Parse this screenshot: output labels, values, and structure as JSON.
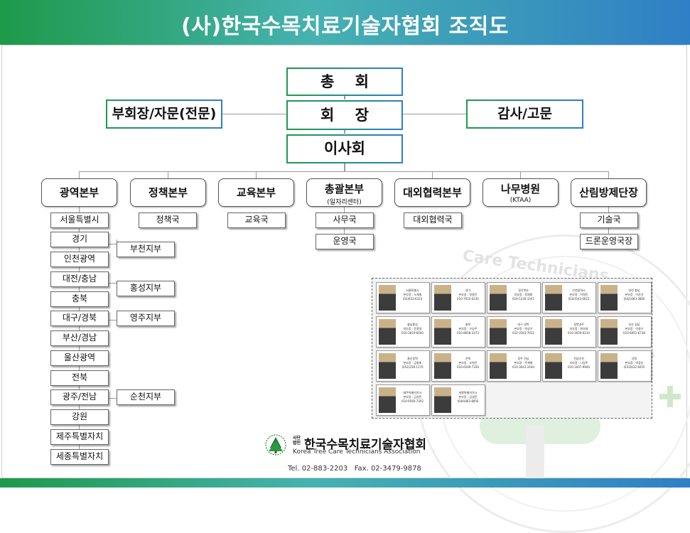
{
  "title": "(사)한국수목치료기술자협회 조직도",
  "top": {
    "general_assembly": "총    회",
    "president": "회    장",
    "board": "이사회",
    "vice": "부회장/자문(전문)",
    "auditor": "감사/고문"
  },
  "departments": [
    {
      "name": "광역본부",
      "sub": ""
    },
    {
      "name": "정책본부",
      "sub": ""
    },
    {
      "name": "교육본부",
      "sub": ""
    },
    {
      "name": "총괄본부",
      "sub": "(일자리센터)"
    },
    {
      "name": "대외협력본부",
      "sub": ""
    },
    {
      "name": "나무병원",
      "sub": "(KTAA)"
    },
    {
      "name": "산림방제단장",
      "sub": ""
    }
  ],
  "regions": [
    "서울특별시",
    "경기",
    "인천광역",
    "대전/충남",
    "충북",
    "대구/경북",
    "부산/경남",
    "울산광역",
    "전북",
    "광주/전남",
    "강원",
    "제주특별자치",
    "세종특별자치"
  ],
  "branches": [
    "부천지부",
    "홍성지부",
    "영주지부",
    "순천지부"
  ],
  "policy_sub": [
    "정책국"
  ],
  "edu_sub": [
    "교육국"
  ],
  "general_sub": [
    "사무국",
    "운영국"
  ],
  "coop_sub": [
    "대외협력국"
  ],
  "forest_sub": [
    "기술국",
    "드론운영국장"
  ],
  "photo_cards": [
    {
      "l1": "서울특별시",
      "l2": "본부장 : 노재칠",
      "l3": "(02)633-6333"
    },
    {
      "l1": "경기",
      "l2": "본부장 : 정종진",
      "l3": "010-7010-0230"
    },
    {
      "l1": "경기북부",
      "l2": "지부장 : 정재원",
      "l3": "010-5330-1047"
    },
    {
      "l1": "인천광역시",
      "l2": "본부장 : 이명진",
      "l3": "(032)543-0023"
    },
    {
      "l1": "대전 충남",
      "l2": "본부장 : 이준선",
      "l3": "(042)483-3800"
    },
    {
      "l1": "충남홍성",
      "l2": "지부장 : 윤종일",
      "l3": "010-3819-6000"
    },
    {
      "l1": "충북",
      "l2": "본부장 : 우승주",
      "l3": "010-8658-3373"
    },
    {
      "l1": "대구 경북",
      "l2": "본부장 : 박성기",
      "l3": "010-3563-7631"
    },
    {
      "l1": "경북영주",
      "l2": "지부장 : 최유태",
      "l3": "010-3930-0210"
    },
    {
      "l1": "부산 경남",
      "l2": "본부장 : 이창수",
      "l3": "010-6061-6738"
    },
    {
      "l1": "울산광역",
      "l2": "본부장 : 김형초",
      "l3": "(052)258-1170"
    },
    {
      "l1": "전북",
      "l2": "본부장 : 조현진",
      "l3": "010-6569-7330"
    },
    {
      "l1": "광주 전남",
      "l2": "본부장 : 주재형",
      "l3": "010-3643-2444"
    },
    {
      "l1": "전남순천",
      "l2": "지부장 : 나길주",
      "l3": "010-1607-9900"
    },
    {
      "l1": "강원",
      "l2": "본부장 : 박장순",
      "l3": "(033)632-6055"
    },
    {
      "l1": "제주특별자치시",
      "l2": "본부장 : 김원진",
      "l3": "010-6560-7302"
    },
    {
      "l1": "세종특별자치시",
      "l2": "본부장 : 김생진",
      "l3": "(044)862-8856"
    }
  ],
  "watermark": "Care Technicians",
  "watermark2": "ation",
  "logo": {
    "small": "사단\n법인",
    "name": "한국수목치료기술자협회",
    "english": "Korea Tree Care Technicians Association"
  },
  "contact": "Tel. 02-883-2203   Fax. 02-3479-9878"
}
